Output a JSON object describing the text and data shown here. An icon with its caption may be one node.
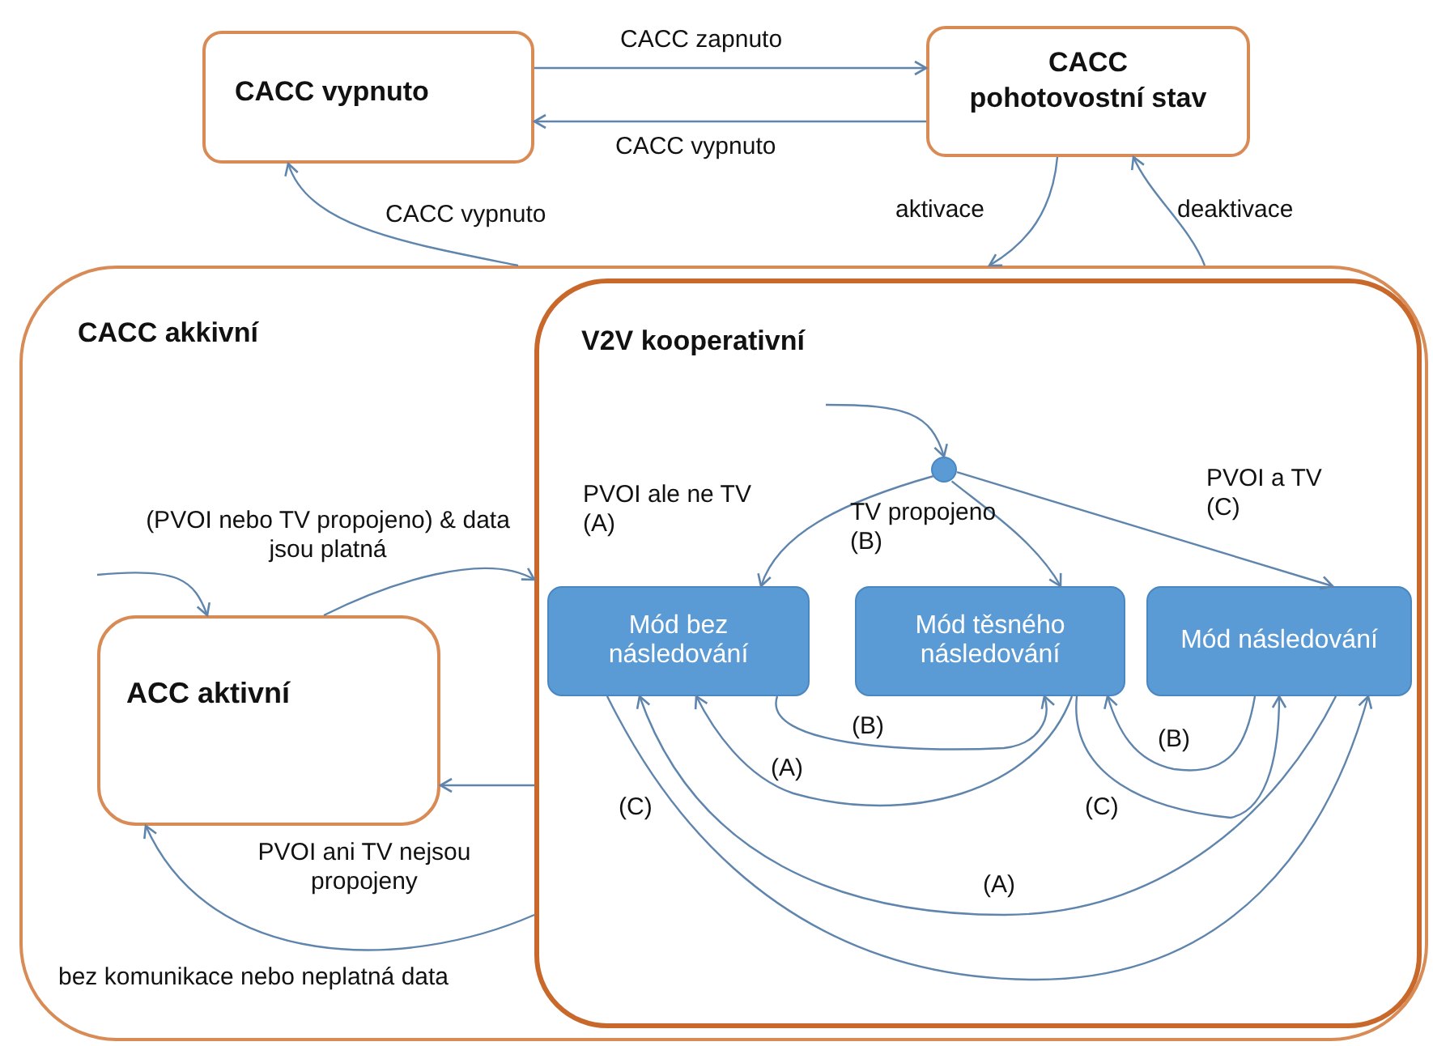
{
  "diagram": {
    "nodes": [
      {
        "text": [
          "CACC vypnuto"
        ]
      },
      {
        "text": [
          "CACC pohotovostní stav"
        ]
      },
      {
        "text": [
          "CACC akkivní"
        ]
      },
      {
        "text": [
          "V2V kooperativní"
        ],
        "in": 2
      },
      {
        "text": [
          "ACC aktivní"
        ],
        "in": 2
      },
      {
        "text": [],
        "shape": "circle",
        "in": 3
      },
      {
        "text": [
          "Mód bez následování"
        ],
        "in": 3
      },
      {
        "text": [
          "Mód těsného následování"
        ],
        "in": 3
      },
      {
        "text": [
          "Mód následování"
        ],
        "in": 3
      }
    ],
    "edges": [
      {
        "from": 0,
        "to": 1,
        "arrow": "to",
        "label": "CACC zapnuto"
      },
      {
        "from": 1,
        "to": 0,
        "arrow": "to",
        "label": "CACC vypnuto"
      },
      {
        "from": 2,
        "to": 0,
        "arrow": "to",
        "label": "CACC vypnuto"
      },
      {
        "from": 1,
        "to": 2,
        "arrow": "to",
        "label": "aktivace"
      },
      {
        "from": 2,
        "to": 1,
        "arrow": "to",
        "label": "deaktivace"
      },
      {
        "from": null,
        "to": 4,
        "arrow": "to"
      },
      {
        "from": 4,
        "to": 3,
        "arrow": "to",
        "label": "(PVOI nebo TV propojeno) & data jsou platná"
      },
      {
        "from": 3,
        "to": 4,
        "arrow": "to",
        "label": "PVOI ani TV nejsou propojeny"
      },
      {
        "from": 3,
        "to": 4,
        "arrow": "to",
        "label": "bez komunikace nebo neplatná data"
      },
      {
        "from": null,
        "to": 5,
        "arrow": "to"
      },
      {
        "from": 5,
        "to": 6,
        "arrow": "to",
        "label": "PVOI ale ne TV (A)"
      },
      {
        "from": 5,
        "to": 7,
        "arrow": "to",
        "label": "TV propojeno (B)"
      },
      {
        "from": 5,
        "to": 8,
        "arrow": "to",
        "label": "PVOI a TV (C)"
      },
      {
        "from": 6,
        "to": 7,
        "arrow": "to",
        "label": "(B)"
      },
      {
        "from": 7,
        "to": 6,
        "arrow": "to",
        "label": "(A)"
      },
      {
        "from": 7,
        "to": 8,
        "arrow": "to",
        "label": "(C)"
      },
      {
        "from": 8,
        "to": 7,
        "arrow": "to",
        "label": "(B)"
      },
      {
        "from": 8,
        "to": 6,
        "arrow": "to",
        "label": "(A)"
      },
      {
        "from": 6,
        "to": 8,
        "arrow": "to",
        "label": "(C)"
      }
    ]
  }
}
